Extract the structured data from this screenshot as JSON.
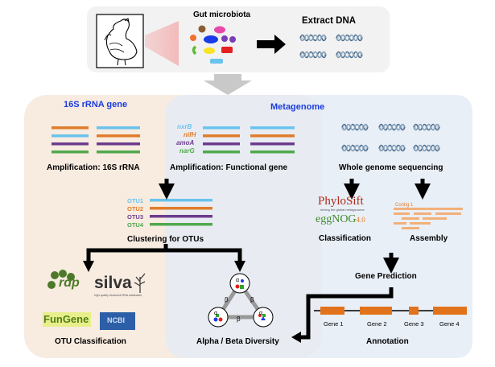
{
  "top": {
    "gut_microbiota": "Gut microbiota",
    "extract_dna": "Extract DNA"
  },
  "sections": {
    "rrna_title": "16S rRNA gene",
    "metagenome_title": "Metagenome"
  },
  "genes": [
    "nxrB",
    "nifH",
    "amoA",
    "narG"
  ],
  "otus": [
    "OTU1",
    "OTU2",
    "OTU3",
    "OTU4"
  ],
  "labels": {
    "amp_16s": "Amplification: 16S rRNA",
    "amp_functional": "Amplification: Functional gene",
    "wgs": "Whole genome sequencing",
    "clustering": "Clustering for OTUs",
    "classification": "Classification",
    "assembly": "Assembly",
    "gene_prediction": "Gene Prediction",
    "otu_classification": "OTU Classification",
    "alpha_beta": "Alpha / Beta Diversity",
    "annotation": "Annotation"
  },
  "logos": {
    "phylosift": "PhyloSift",
    "phylosift_tag": "mining the global metagenome",
    "eggnog": "eggNOG",
    "eggnog_version": "4.0",
    "contig": "Contig 1",
    "rdp": "rdp",
    "silva": "silva",
    "silva_tag": "high quality ribosomal RNA databases",
    "fungene": "FunGene",
    "ncbi": "NCBI"
  },
  "diversity": {
    "beta_symbol": "β",
    "alpha_symbol": "α"
  },
  "gene_labels": [
    "Gene 1",
    "Gene 2",
    "Gene 3",
    "Gene 4"
  ],
  "colors": {
    "left_panel": "#f8ebe0",
    "right_panel": "#e6ecf6",
    "blue_title": "#1a3de0",
    "orange": "#e07d2c",
    "sky": "#6ac3ec",
    "purple": "#6c3c8e",
    "green": "#52a84e",
    "gene_bar": "#e2731d",
    "dna": "#4a6a8a"
  }
}
